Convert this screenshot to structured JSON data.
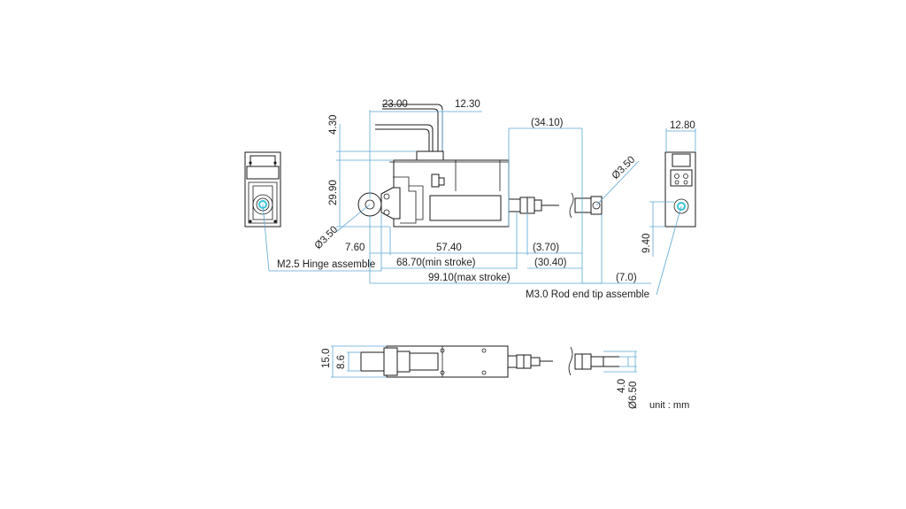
{
  "dimensions": {
    "d_23_00": "23.00",
    "d_12_30": "12.30",
    "d_4_30": "4.30",
    "d_29_90": "29.90",
    "d_34_10": "(34.10)",
    "d_3_50_rod": "Ø3.50",
    "d_3_50_hinge": "Ø3.50",
    "d_12_80": "12.80",
    "d_9_40": "9.40",
    "d_7_60": "7.60",
    "d_57_40": "57.40",
    "d_3_70": "(3.70)",
    "d_68_70": "68.70(min stroke)",
    "d_30_40": "(30.40)",
    "d_99_10": "99.10(max stroke)",
    "d_7_0": "(7.0)",
    "d_15_0": "15.0",
    "d_8_6": "8.6",
    "d_4_0": "4.0",
    "d_6_50": "Ø6.50"
  },
  "labels": {
    "hinge": "M2.5 Hinge assemble",
    "rod_end": "M3.0 Rod end tip assemble",
    "unit": "unit : mm"
  },
  "colors": {
    "outline": "#1a1a1a",
    "dimension": "#5aa7d6",
    "highlight": "#36c6d8"
  }
}
